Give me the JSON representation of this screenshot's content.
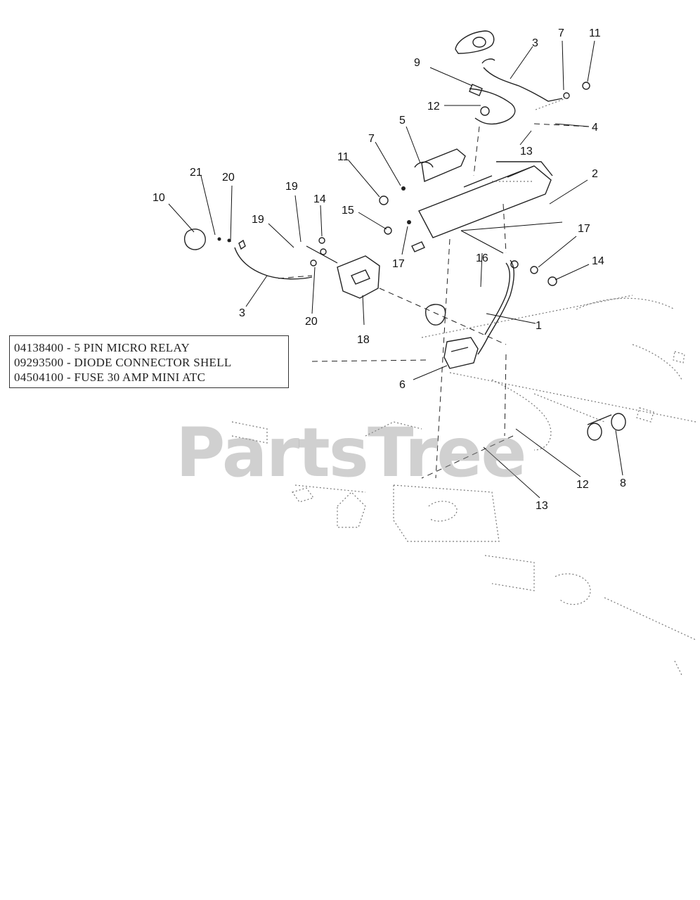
{
  "diagram": {
    "callouts": [
      "1",
      "2",
      "3",
      "3",
      "4",
      "5",
      "6",
      "7",
      "7",
      "8",
      "9",
      "10",
      "11",
      "11",
      "12",
      "12",
      "13",
      "13",
      "14",
      "14",
      "15",
      "16",
      "17",
      "17",
      "18",
      "19",
      "19",
      "20",
      "20",
      "21"
    ]
  },
  "legend": {
    "lines": [
      "04138400 - 5 PIN MICRO RELAY",
      "09293500 - DIODE CONNECTOR SHELL",
      "04504100 - FUSE 30 AMP MINI ATC"
    ]
  },
  "watermark": {
    "text": "PartsTree"
  }
}
